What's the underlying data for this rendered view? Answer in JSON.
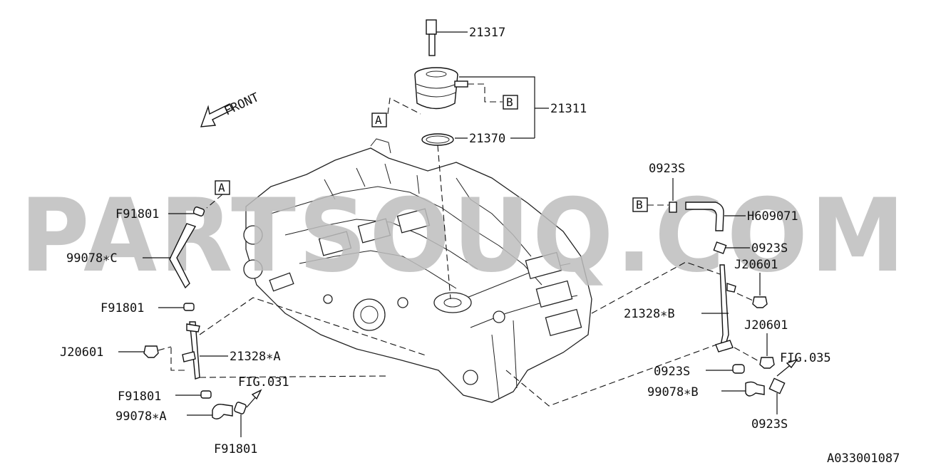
{
  "watermark": "PARTSOUQ.COM",
  "front_label": "FRONT",
  "figure_id": "A033001087",
  "ref_boxes": {
    "a": "A",
    "b": "B"
  },
  "callouts": {
    "c21317": "21317",
    "c21311": "21311",
    "c21370": "21370",
    "c0923s_top": "0923S",
    "h609071": "H609071",
    "c0923s_mid": "0923S",
    "j20601_upper": "J20601",
    "c21328b": "21328∗B",
    "j20601_lower_right": "J20601",
    "fig035": "FIG.035",
    "c0923s_low": "0923S",
    "c99078b": "99078∗B",
    "c0923s_bottom": "0923S",
    "f91801_top": "F91801",
    "c99078c": "99078∗C",
    "f91801_mid": "F91801",
    "j20601_left": "J20601",
    "c21328a": "21328∗A",
    "f91801_low": "F91801",
    "fig031": "FIG.031",
    "c99078a": "99078∗A",
    "f91801_bottom": "F91801"
  }
}
